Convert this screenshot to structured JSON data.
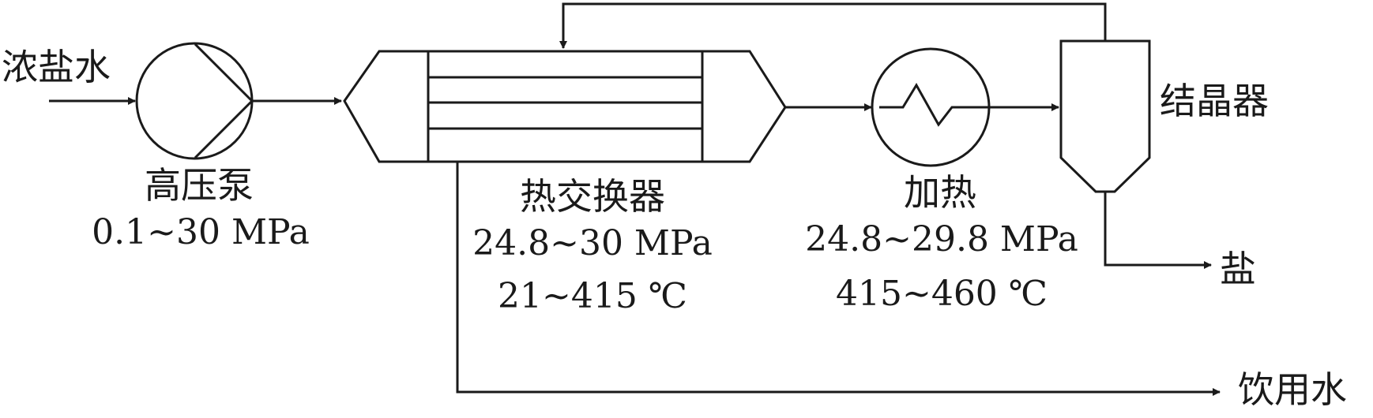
{
  "diagram": {
    "labels": {
      "brine": "浓盐水",
      "pump": "高压泵",
      "pump_pressure": "0.1~30 MPa",
      "heat_exchanger": "热交换器",
      "hx_pressure": "24.8~30 MPa",
      "hx_temperature": "21~415 ℃",
      "heater": "加热",
      "heater_pressure": "24.8~29.8 MPa",
      "heater_temperature": "415~460 ℃",
      "crystallizer": "结晶器",
      "salt": "盐",
      "drinking_water": "饮用水"
    },
    "line_color": "#1a1a1a"
  }
}
